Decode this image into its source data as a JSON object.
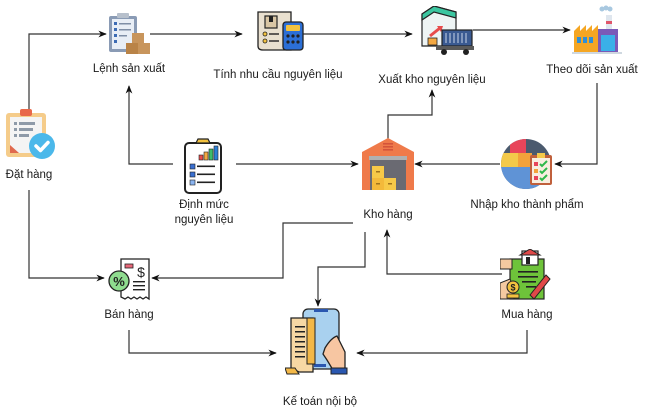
{
  "diagram": {
    "nodes": {
      "dat_hang": {
        "label": "Đặt hàng"
      },
      "lenh_san_xuat": {
        "label": "Lệnh sản xuất"
      },
      "tinh_nhu_cau": {
        "label": "Tính nhu cầu nguyên liệu"
      },
      "xuat_kho": {
        "label": "Xuất kho nguyên liệu"
      },
      "theo_doi": {
        "label": "Theo dõi sản xuất"
      },
      "dinh_muc": {
        "label_line1": "Định mức",
        "label_line2": "nguyên liệu"
      },
      "kho_hang": {
        "label": "Kho hàng"
      },
      "nhap_kho": {
        "label": "Nhập kho thành phẩm"
      },
      "ban_hang": {
        "label": "Bán hàng"
      },
      "mua_hang": {
        "label": "Mua hàng"
      },
      "ke_toan": {
        "label": "Kế toán nội bộ"
      }
    },
    "edges": [
      {
        "from": "Đặt hàng",
        "to": "Lệnh sản xuất"
      },
      {
        "from": "Lệnh sản xuất",
        "to": "Tính nhu cầu nguyên liệu"
      },
      {
        "from": "Tính nhu cầu nguyên liệu",
        "to": "Xuất kho nguyên liệu"
      },
      {
        "from": "Xuất kho nguyên liệu",
        "to": "Theo dõi sản xuất"
      },
      {
        "from": "Theo dõi sản xuất",
        "to": "Nhập kho thành phẩm"
      },
      {
        "from": "Nhập kho thành phẩm",
        "to": "Kho hàng"
      },
      {
        "from": "Định mức nguyên liệu",
        "to": "Kho hàng"
      },
      {
        "from": "Định mức nguyên liệu",
        "to": "Lệnh sản xuất"
      },
      {
        "from": "Kho hàng",
        "to": "Xuất kho nguyên liệu"
      },
      {
        "from": "Đặt hàng",
        "to": "Bán hàng"
      },
      {
        "from": "Kho hàng",
        "to": "Bán hàng"
      },
      {
        "from": "Kho hàng",
        "to": "Kế toán nội bộ"
      },
      {
        "from": "Mua hàng",
        "to": "Kho hàng"
      },
      {
        "from": "Bán hàng",
        "to": "Kế toán nội bộ"
      },
      {
        "from": "Mua hàng",
        "to": "Kế toán nội bộ"
      }
    ]
  }
}
